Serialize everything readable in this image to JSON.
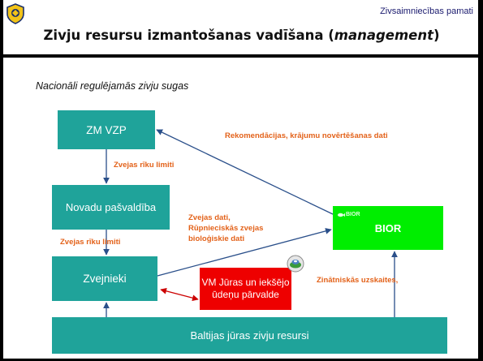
{
  "header": {
    "subject": "Zivsaimniecības pamati",
    "title_main": "Zivju resursu izmantošanas vadīšana (",
    "title_italic": "management",
    "title_end": ")"
  },
  "subtitle": "Nacionāli regulējamās zivju sugas",
  "nodes": {
    "zm_vzp": "ZM VZP",
    "novadu": "Novadu pašvaldība",
    "zvejnieki": "Zvejnieki",
    "bior": "BIOR",
    "bior_logo_text": "BIOR",
    "vm": "VM Jūras un iekšējo ūdeņu pārvalde",
    "baltijas": "Baltijas jūras zivju resursi"
  },
  "edge_labels": {
    "rekomendacijas": "Rekomendācijas, krājumu novērtēšanas dati",
    "zvejas_limiti_1": "Zvejas rīku limiti",
    "zvejas_limiti_2": "Zvejas rīku limiti",
    "zvejas_dati_1": "Zvejas dati,",
    "zvejas_dati_2": "Rūpnieciskās zvejas",
    "zvejas_dati_3": "bioloģiskie dati",
    "zinatniskas": "Zinātniskās uzskaites,"
  },
  "colors": {
    "teal": "#1fa39a",
    "green": "#00ee00",
    "red": "#ee0000",
    "label_orange": "#e3621a",
    "arrow_blue": "#2a4f8a"
  },
  "icons": [
    "university-logo-icon",
    "bior-fish-icon",
    "vm-emblem-icon"
  ]
}
